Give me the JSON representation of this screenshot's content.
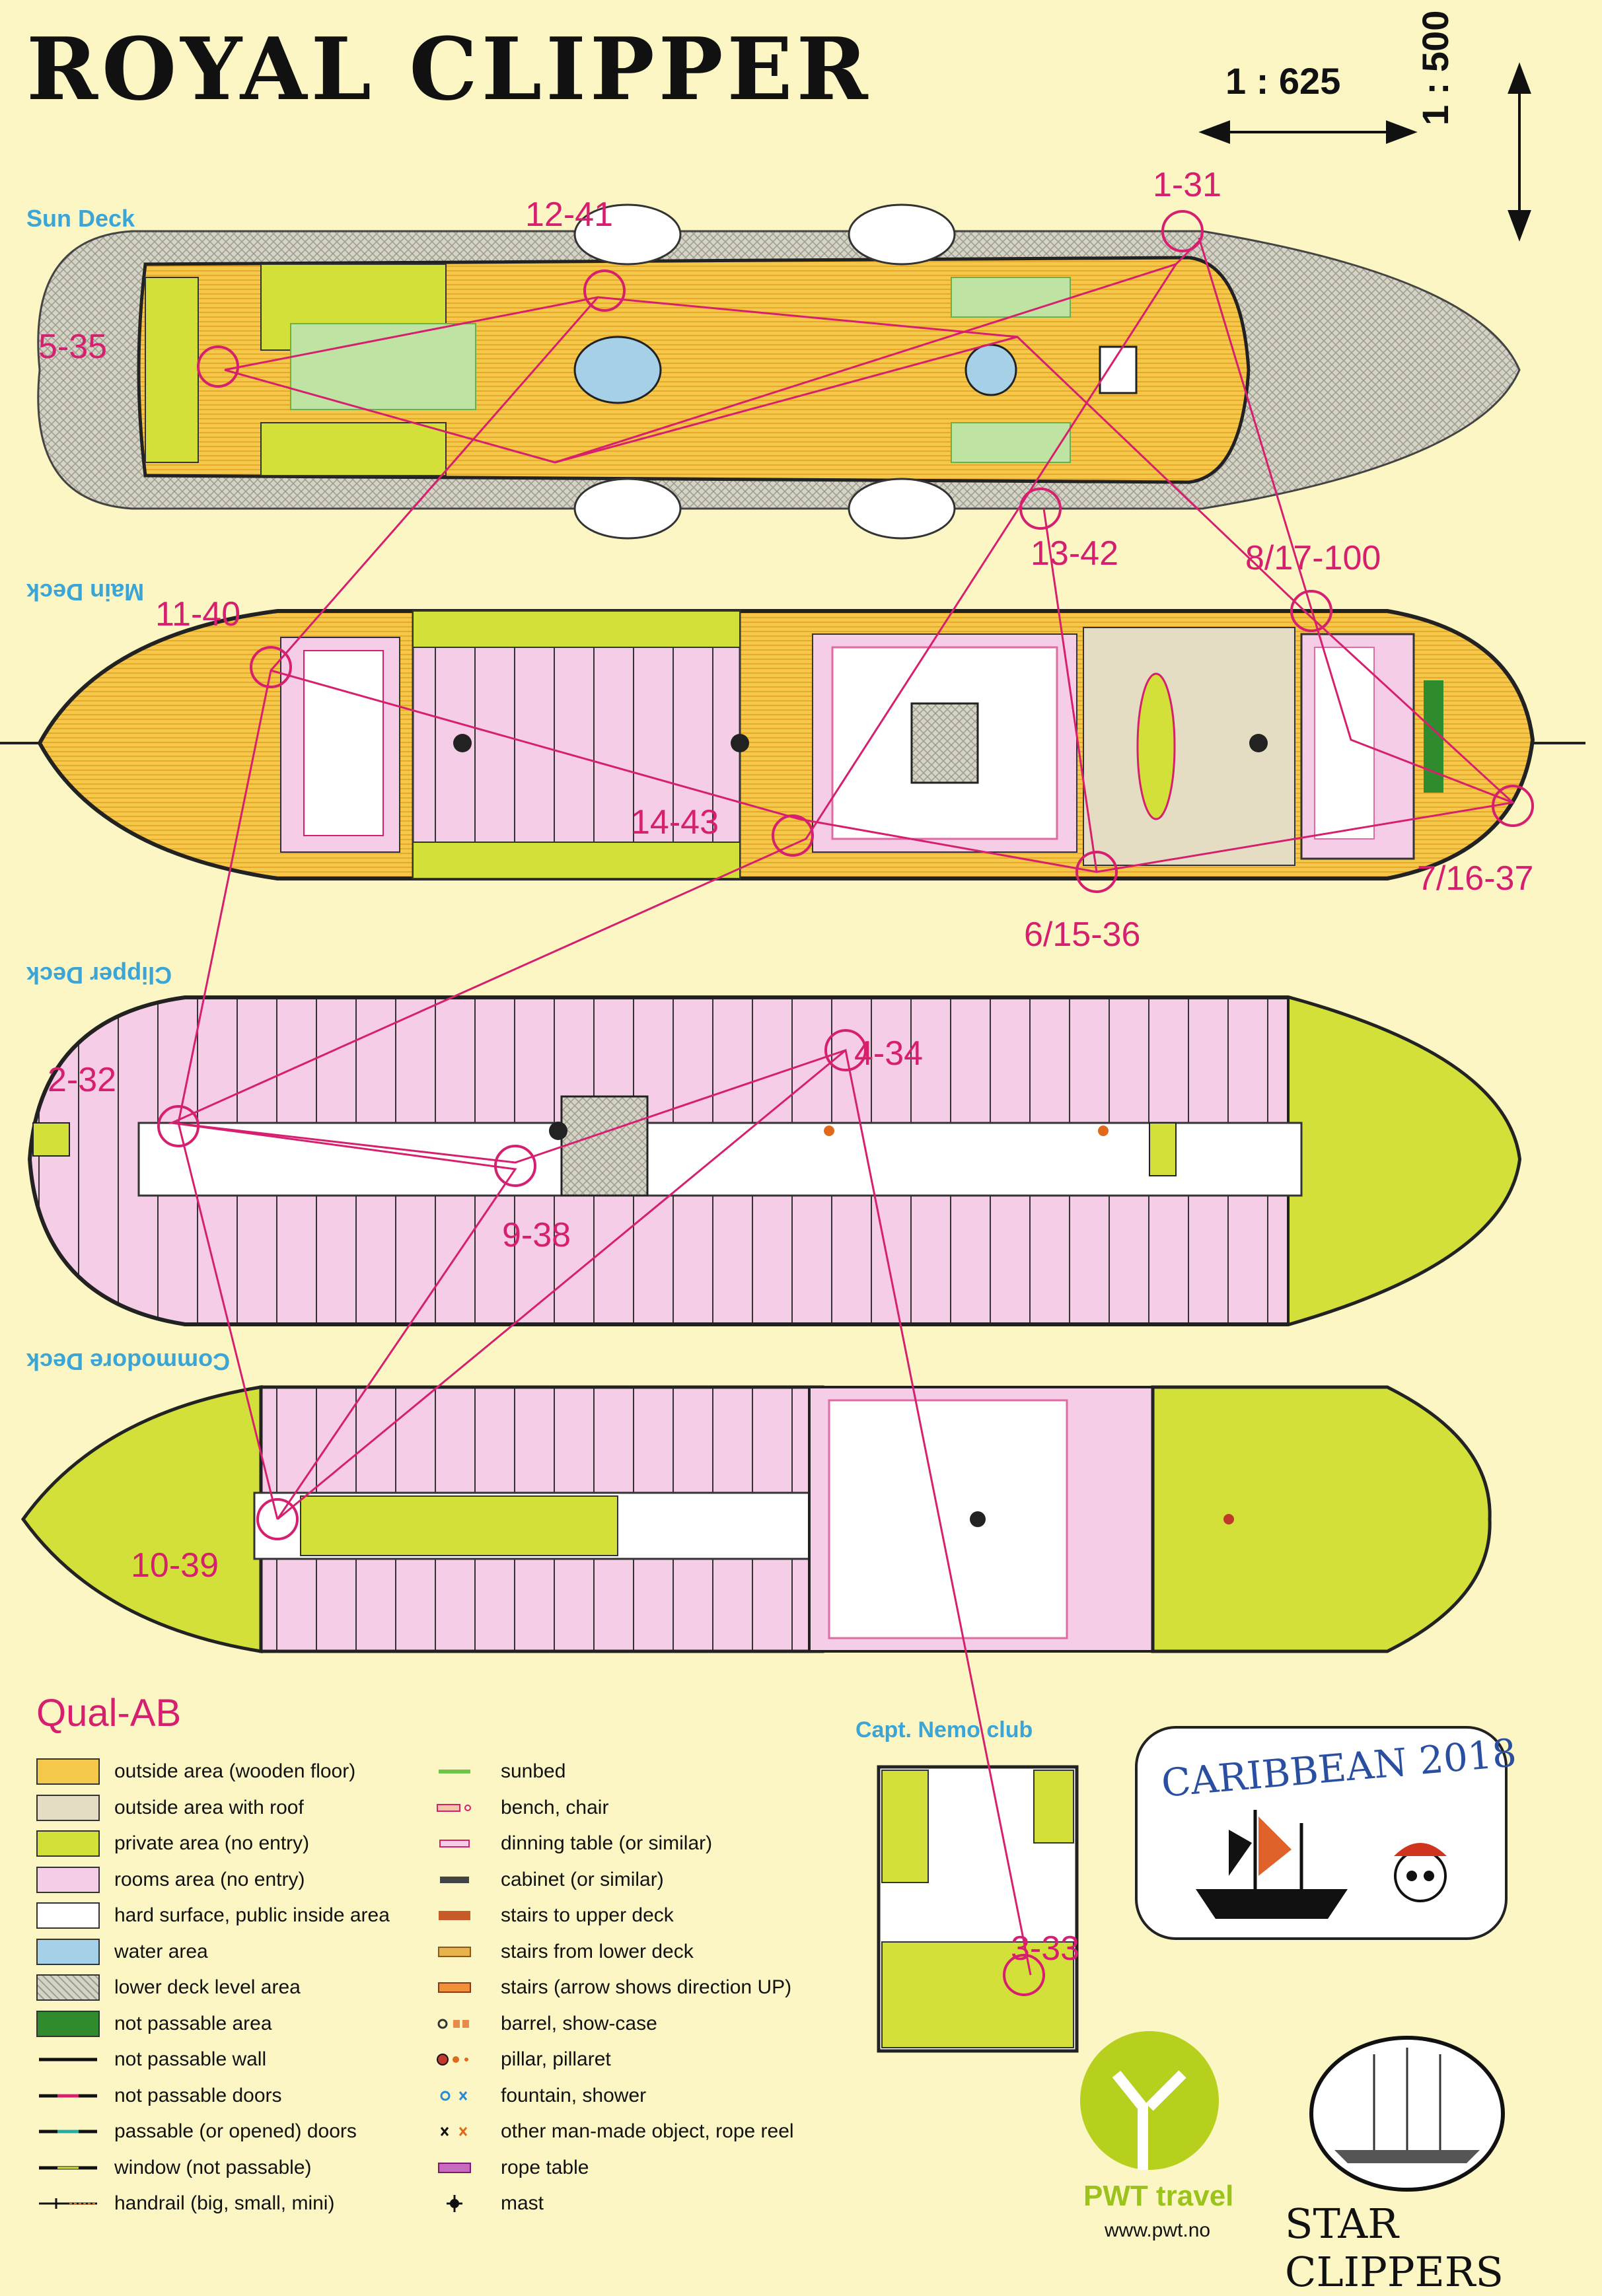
{
  "title": "ROYAL CLIPPER",
  "scales": {
    "horizontal": "1 : 625",
    "vertical": "1 : 500"
  },
  "decks": {
    "sun": "Sun Deck",
    "main": "Main Deck",
    "clipper": "Clipper Deck",
    "commodore": "Commodore Deck",
    "nemo": "Capt. Nemo club"
  },
  "codes": [
    "1-31",
    "12-41",
    "5-35",
    "13-42",
    "8/17-100",
    "11-40",
    "14-43",
    "6/15-36",
    "7/16-37",
    "2-32",
    "4-34",
    "9-38",
    "10-39",
    "3-33"
  ],
  "legend": {
    "title": "Qual-AB",
    "left": [
      {
        "swatch": "wood",
        "text": "outside area (wooden floor)"
      },
      {
        "swatch": "roof",
        "text": "outside area with roof"
      },
      {
        "swatch": "private",
        "text": "private area (no entry)"
      },
      {
        "swatch": "rooms",
        "text": "rooms area (no entry)"
      },
      {
        "swatch": "hard",
        "text": "hard surface, public inside area"
      },
      {
        "swatch": "water",
        "text": "water area"
      },
      {
        "swatch": "lower",
        "text": "lower deck level area"
      },
      {
        "swatch": "notpass",
        "text": "not passable area"
      },
      {
        "swatch": "wall",
        "text": "not passable wall"
      },
      {
        "swatch": "doors",
        "text": "not passable doors"
      },
      {
        "swatch": "pdoors",
        "text": "passable (or opened) doors"
      },
      {
        "swatch": "window",
        "text": "window (not passable)"
      },
      {
        "swatch": "handrail",
        "text": "handrail (big, small, mini)"
      }
    ],
    "right": [
      {
        "swatch": "sunbed",
        "text": "sunbed"
      },
      {
        "swatch": "bench",
        "text": "bench, chair"
      },
      {
        "swatch": "dining",
        "text": "dinning table (or similar)"
      },
      {
        "swatch": "cabinet",
        "text": "cabinet (or similar)"
      },
      {
        "swatch": "stairsup",
        "text": "stairs to upper deck"
      },
      {
        "swatch": "stairslow",
        "text": "stairs from lower deck"
      },
      {
        "swatch": "stairsarrow",
        "text": "stairs (arrow shows direction UP)"
      },
      {
        "swatch": "barrel",
        "text": "barrel, show-case"
      },
      {
        "swatch": "pillar",
        "text": "pillar, pillaret"
      },
      {
        "swatch": "fountain",
        "text": "fountain, shower"
      },
      {
        "swatch": "other",
        "text": "other man-made object, rope reel"
      },
      {
        "swatch": "rope",
        "text": "rope table"
      },
      {
        "swatch": "mast",
        "text": "mast"
      }
    ]
  },
  "badge": "CARIBBEAN 2018",
  "pwt": {
    "name": "PWT travel",
    "url": "www.pwt.no"
  },
  "brand": "STAR CLIPPERS",
  "colors": {
    "paper": "#fbf6c4",
    "wood": "#f4c84a",
    "private": "#d3e03a",
    "rooms": "#f5cde6",
    "hard": "#ffffff",
    "water": "#a6cfe8",
    "lower": "#c9c3b1",
    "notpass": "#2e8b2e",
    "route": "#d6206f",
    "label": "#3aa5d6"
  }
}
